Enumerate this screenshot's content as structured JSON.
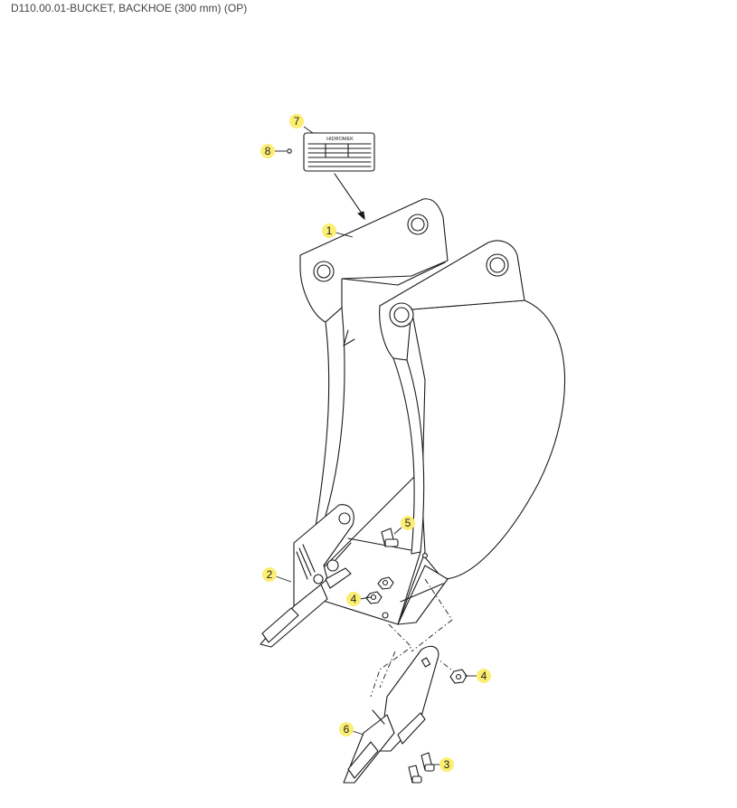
{
  "title": "D110.00.01-BUCKET, BACKHOE (300 mm) (OP)",
  "plate": {
    "brand": "HIDROMEK"
  },
  "callouts": [
    {
      "id": "c7",
      "label": "7"
    },
    {
      "id": "c8",
      "label": "8"
    },
    {
      "id": "c1",
      "label": "1"
    },
    {
      "id": "c5",
      "label": "5"
    },
    {
      "id": "c2",
      "label": "2"
    },
    {
      "id": "c4a",
      "label": "4"
    },
    {
      "id": "c4b",
      "label": "4"
    },
    {
      "id": "c6",
      "label": "6"
    },
    {
      "id": "c3",
      "label": "3"
    }
  ]
}
